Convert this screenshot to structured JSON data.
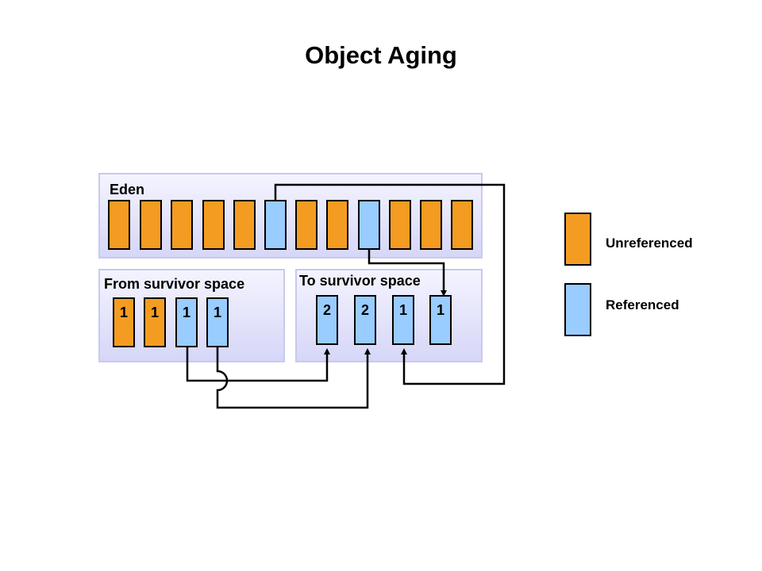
{
  "title": "Object Aging",
  "regions": {
    "eden": "Eden",
    "from_survivor": "From survivor space",
    "to_survivor": "To survivor  space"
  },
  "eden_objects": [
    "unreferenced",
    "unreferenced",
    "unreferenced",
    "unreferenced",
    "unreferenced",
    "referenced",
    "unreferenced",
    "unreferenced",
    "referenced",
    "unreferenced",
    "unreferenced",
    "unreferenced"
  ],
  "from_survivor_objects": [
    {
      "state": "unreferenced",
      "age": "1"
    },
    {
      "state": "unreferenced",
      "age": "1"
    },
    {
      "state": "referenced",
      "age": "1"
    },
    {
      "state": "referenced",
      "age": "1"
    }
  ],
  "to_survivor_objects": [
    {
      "state": "referenced",
      "age": "2"
    },
    {
      "state": "referenced",
      "age": "2"
    },
    {
      "state": "referenced",
      "age": "1"
    },
    {
      "state": "referenced",
      "age": "1"
    }
  ],
  "legend": {
    "unreferenced": "Unreferenced",
    "referenced": "Referenced"
  },
  "colors": {
    "unreferenced": "#f49c22",
    "referenced": "#99ccff",
    "region_border": "#c9c9ef"
  }
}
